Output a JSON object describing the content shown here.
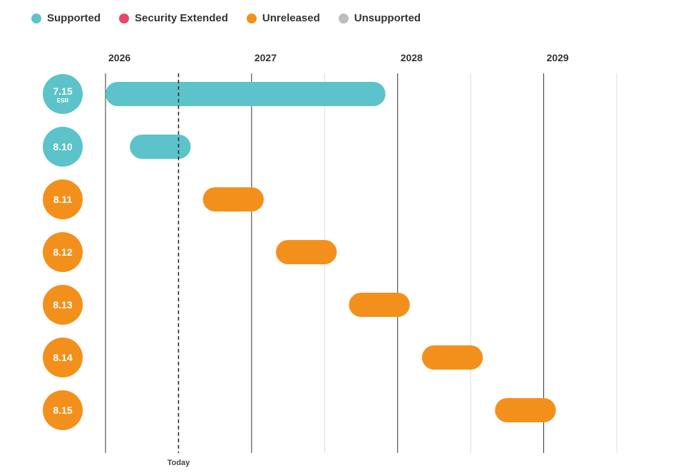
{
  "legend": [
    {
      "label": "Supported",
      "color": "#5bc3c9"
    },
    {
      "label": "Security Extended",
      "color": "#e8476a"
    },
    {
      "label": "Unreleased",
      "color": "#f3901c"
    },
    {
      "label": "Unsupported",
      "color": "#bdbdbd"
    }
  ],
  "chart_data": {
    "type": "gantt",
    "x_axis": {
      "ticks": [
        "2026",
        "2027",
        "2028",
        "2029"
      ],
      "range": [
        "2026-01-01",
        "2029-07-01"
      ]
    },
    "today": {
      "label": "Today",
      "date": "2026-07-01"
    },
    "grid": true,
    "legend_position": "top-left",
    "releases": [
      {
        "version": "7.15",
        "sublabel": "ESR",
        "status": "Supported",
        "start": "2026-01-01",
        "end": "2027-12-01"
      },
      {
        "version": "8.10",
        "sublabel": "",
        "status": "Supported",
        "start": "2026-03-01",
        "end": "2026-08-01"
      },
      {
        "version": "8.11",
        "sublabel": "",
        "status": "Unreleased",
        "start": "2026-09-01",
        "end": "2027-02-01"
      },
      {
        "version": "8.12",
        "sublabel": "",
        "status": "Unreleased",
        "start": "2027-03-01",
        "end": "2027-08-01"
      },
      {
        "version": "8.13",
        "sublabel": "",
        "status": "Unreleased",
        "start": "2027-09-01",
        "end": "2028-02-01"
      },
      {
        "version": "8.14",
        "sublabel": "",
        "status": "Unreleased",
        "start": "2028-03-01",
        "end": "2028-08-01"
      },
      {
        "version": "8.15",
        "sublabel": "",
        "status": "Unreleased",
        "start": "2028-09-01",
        "end": "2029-02-01"
      }
    ]
  }
}
